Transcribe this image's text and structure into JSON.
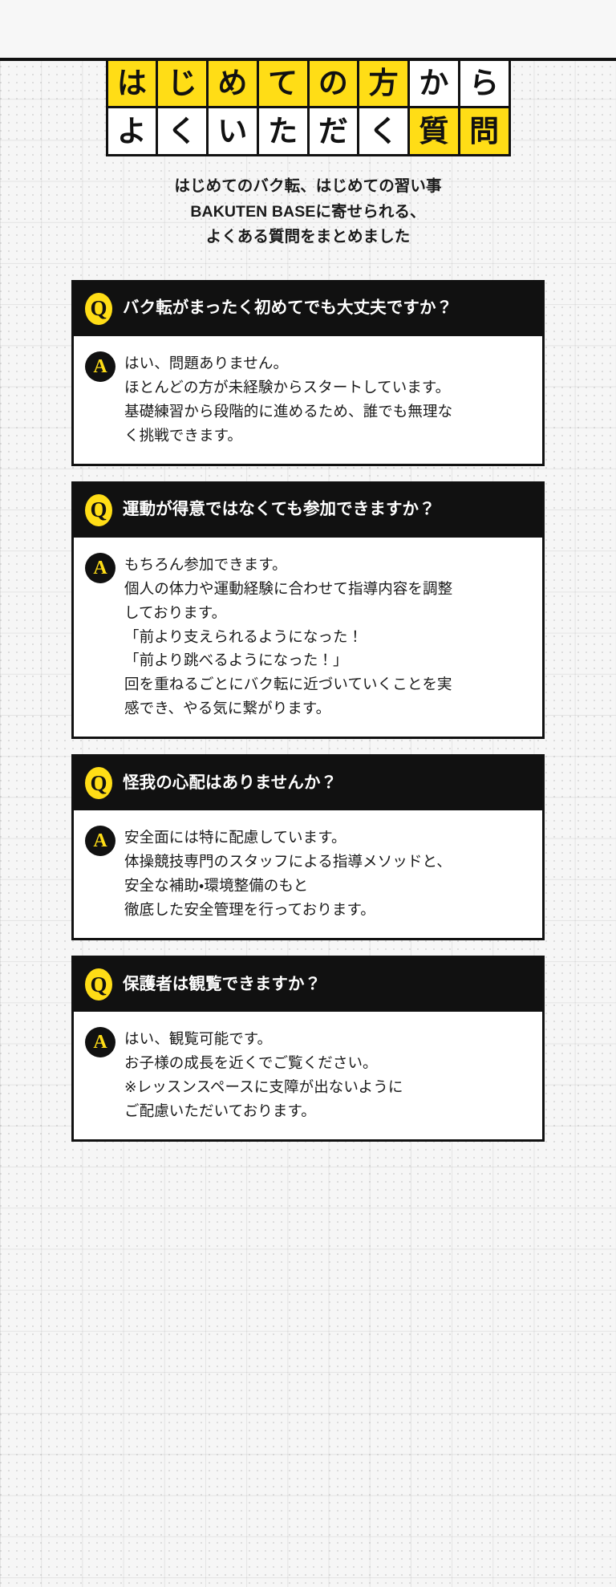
{
  "theme": {
    "accent": "#ffdd16",
    "ink": "#111111",
    "paper": "#ffffff",
    "background": "#f6f6f6"
  },
  "heading": {
    "rows": [
      [
        {
          "char": "は",
          "highlight": true
        },
        {
          "char": "じ",
          "highlight": true
        },
        {
          "char": "め",
          "highlight": true
        },
        {
          "char": "て",
          "highlight": true
        },
        {
          "char": "の",
          "highlight": true
        },
        {
          "char": "方",
          "highlight": true
        },
        {
          "char": "か",
          "highlight": false
        },
        {
          "char": "ら",
          "highlight": false
        }
      ],
      [
        {
          "char": "よ",
          "highlight": false
        },
        {
          "char": "く",
          "highlight": false
        },
        {
          "char": "い",
          "highlight": false
        },
        {
          "char": "た",
          "highlight": false
        },
        {
          "char": "だ",
          "highlight": false
        },
        {
          "char": "く",
          "highlight": false
        },
        {
          "char": "質",
          "highlight": true
        },
        {
          "char": "問",
          "highlight": true
        }
      ]
    ],
    "plain_text": "はじめての方からよくいただく質問"
  },
  "lead": {
    "lines": [
      "はじめてのバク転、はじめての習い事",
      "BAKUTEN BASEに寄せられる、",
      "よくある質問をまとめました"
    ]
  },
  "badges": {
    "question_letter": "Q",
    "answer_letter": "A"
  },
  "faqs": [
    {
      "question": "バク転がまったく初めてでも大丈夫ですか？",
      "answer": "はい、問題ありません。\nほとんどの方が未経験からスタートしています。\n基礎練習から段階的に進めるため、誰でも無理な\nく挑戦できます。"
    },
    {
      "question": "運動が得意ではなくても参加できますか？",
      "answer": "もちろん参加できます。\n個人の体力や運動経験に合わせて指導内容を調整\nしております。\n「前より支えられるようになった！\n「前より跳べるようになった！」\n回を重ねるごとにバク転に近づいていくことを実\n感でき、やる気に繋がります。"
    },
    {
      "question": "怪我の心配はありませんか？",
      "answer": "安全面には特に配慮しています。\n体操競技専門のスタッフによる指導メソッドと、\n安全な補助・環境整備のもと\n徹底した安全管理を行っております。"
    },
    {
      "question": "保護者は観覧できますか？",
      "answer": "はい、観覧可能です。\nお子様の成長を近くでご覧ください。\n※レッスンスペースに支障が出ないように\nご配慮いただいております。"
    }
  ]
}
